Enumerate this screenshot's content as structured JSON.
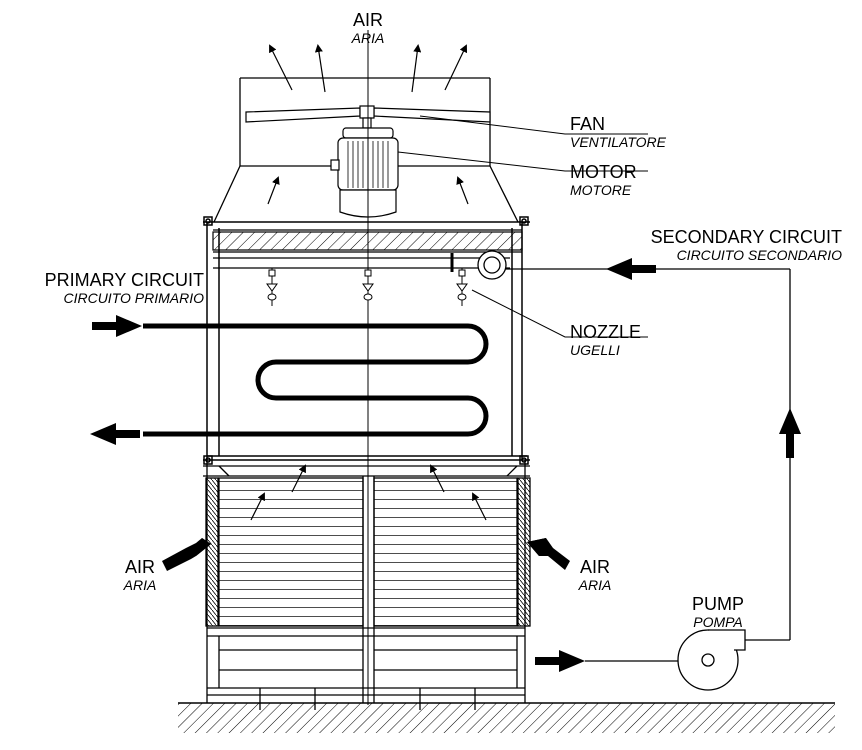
{
  "labels": {
    "air_top": {
      "en": "AIR",
      "it": "ARIA"
    },
    "fan": {
      "en": "FAN",
      "it": "VENTILATORE"
    },
    "motor": {
      "en": "MOTOR",
      "it": "MOTORE"
    },
    "secondary_circuit": {
      "en": "SECONDARY CIRCUIT",
      "it": "CIRCUITO SECONDARIO"
    },
    "primary_circuit": {
      "en": "PRIMARY CIRCUIT",
      "it": "CIRCUITO PRIMARIO"
    },
    "nozzle": {
      "en": "NOZZLE",
      "it": "UGELLI"
    },
    "air_left": {
      "en": "AIR",
      "it": "ARIA"
    },
    "air_right": {
      "en": "AIR",
      "it": "ARIA"
    },
    "pump": {
      "en": "PUMP",
      "it": "POMPA"
    }
  }
}
